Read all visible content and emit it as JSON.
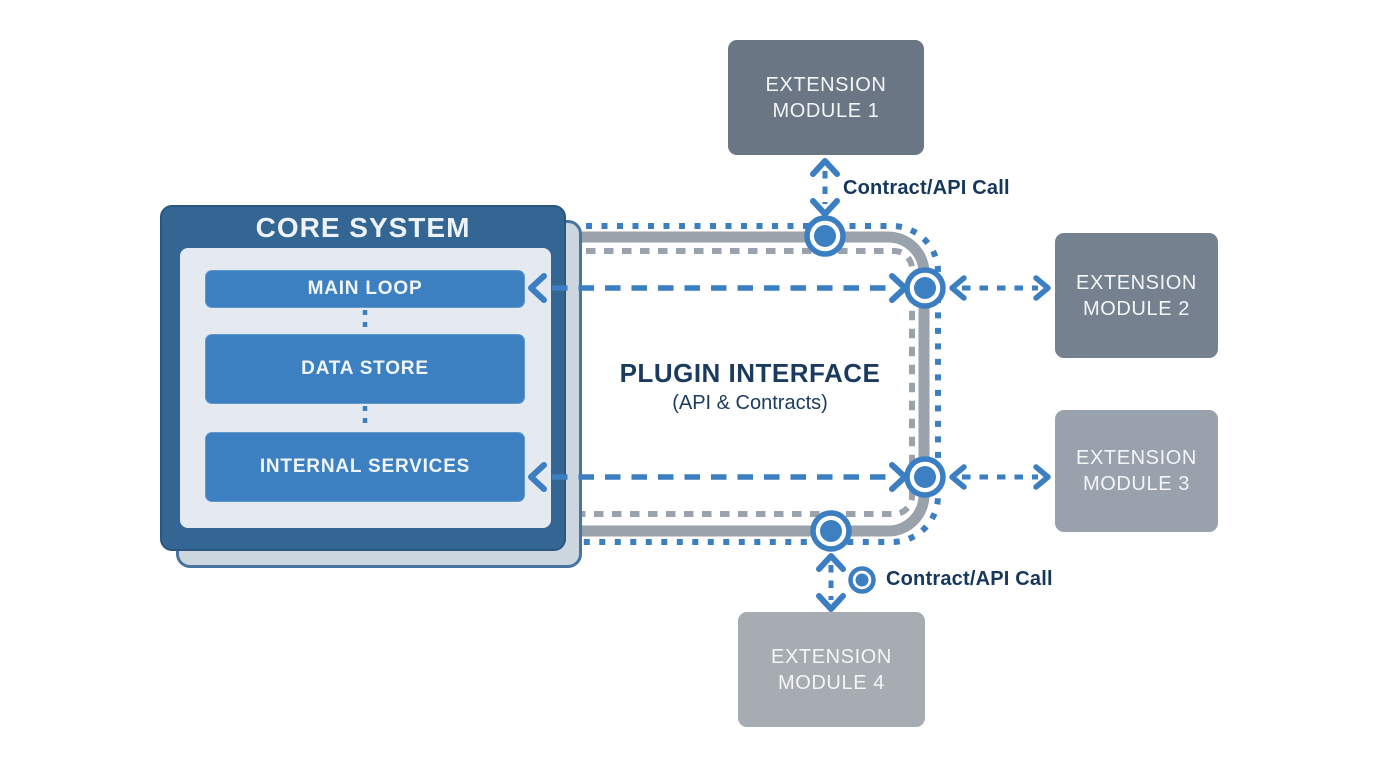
{
  "diagram": {
    "type": "architecture-diagram",
    "background": "#ffffff"
  },
  "colors": {
    "accent_blue": "#3b7ec2",
    "component_blue": "#3d80c2",
    "core_frame_blue": "#336693",
    "core_panel_gray": "#e4eaef",
    "core_shadow_gray": "#ccd6df",
    "interface_border_gray": "#9aa2ab",
    "navy_text": "#16375c",
    "module1_fill": "#6b7685",
    "module2_fill": "#76818f",
    "module3_fill": "#99a1ac",
    "module4_fill": "#a7acb3"
  },
  "core_system": {
    "title": "CORE SYSTEM",
    "components": [
      {
        "label": "MAIN LOOP"
      },
      {
        "label": "DATA STORE"
      },
      {
        "label": "INTERNAL SERVICES"
      }
    ]
  },
  "plugin_interface": {
    "title": "PLUGIN INTERFACE",
    "subtitle": "(API & Contracts)"
  },
  "extension_modules": [
    {
      "line1": "EXTENSION",
      "line2": "MODULE 1"
    },
    {
      "line1": "EXTENSION",
      "line2": "MODULE 2"
    },
    {
      "line1": "EXTENSION",
      "line2": "MODULE 3"
    },
    {
      "line1": "EXTENSION",
      "line2": "MODULE 4"
    }
  ],
  "annotations": {
    "top_connector_label": "Contract/API Call",
    "legend_label": "Contract/API Call"
  }
}
